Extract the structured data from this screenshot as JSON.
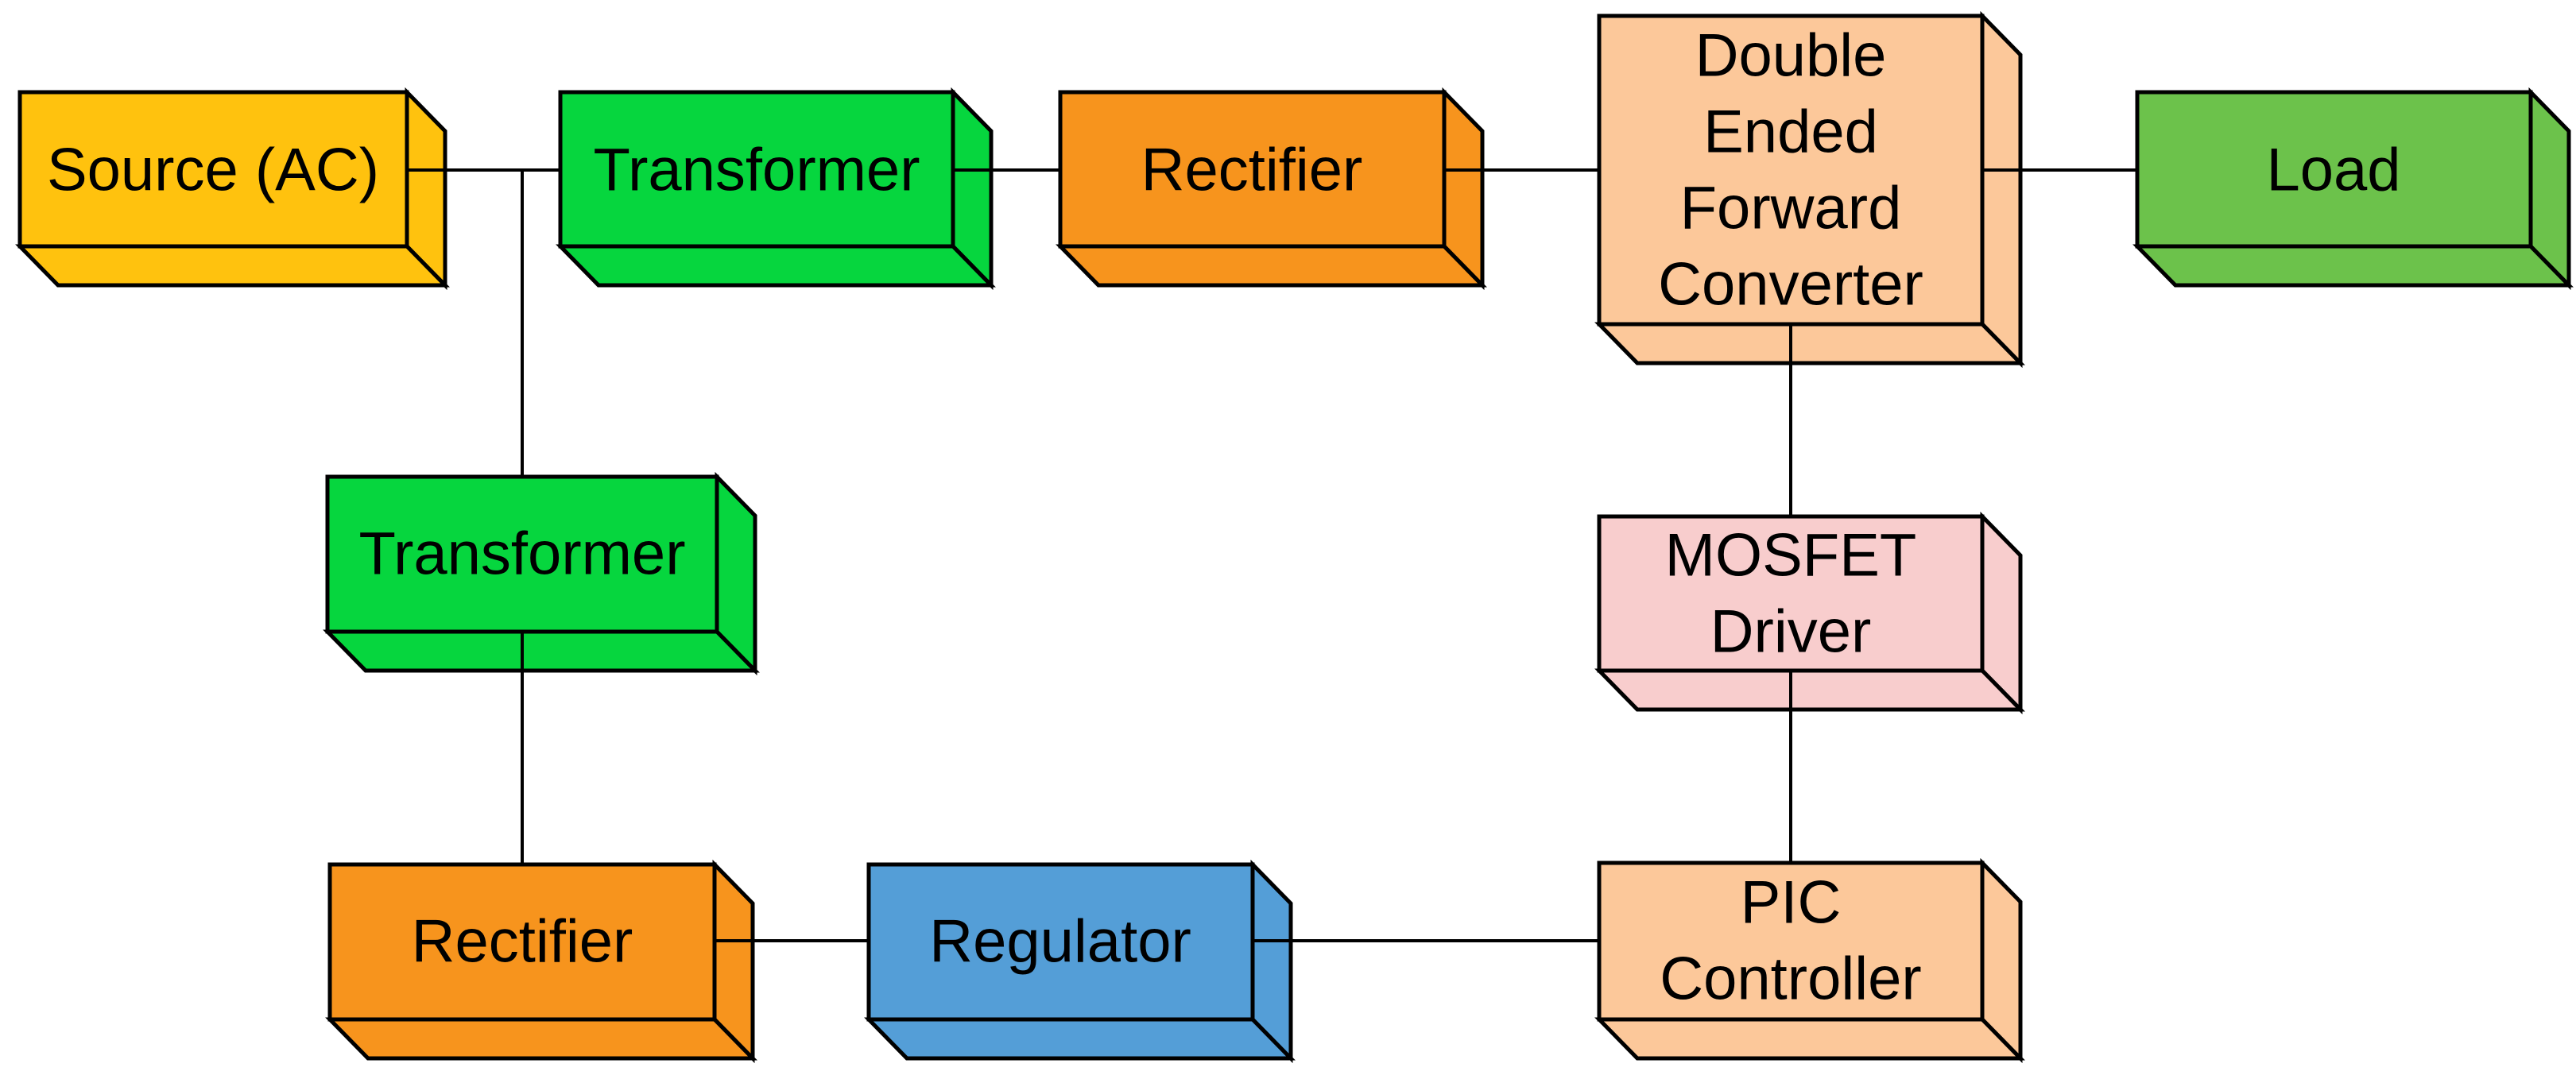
{
  "diagram": {
    "background_color": "#FFFFFF",
    "outline_color": "#000000",
    "text_color": "#000000",
    "blocks": {
      "source": {
        "label": "Source (AC)",
        "color": "#FFC20E"
      },
      "transformer_top": {
        "label": "Transformer",
        "color": "#06D63E"
      },
      "rectifier_top": {
        "label": "Rectifier",
        "color": "#F7941D"
      },
      "converter": {
        "lines": [
          "Double",
          "Ended",
          "Forward",
          "Converter"
        ],
        "color": "#FCC89A"
      },
      "load": {
        "label": "Load",
        "color": "#6CC24B"
      },
      "transformer_mid": {
        "label": "Transformer",
        "color": "#06D63E"
      },
      "rectifier_bottom": {
        "label": "Rectifier",
        "color": "#F7941D"
      },
      "regulator": {
        "label": "Regulator",
        "color": "#549ED7"
      },
      "mosfet_driver": {
        "lines": [
          "MOSFET",
          "Driver"
        ],
        "color": "#F8CDCD"
      },
      "pic_controller": {
        "lines": [
          "PIC",
          "Controller"
        ],
        "color": "#FCC89A"
      }
    },
    "connections": [
      "Source (AC) - Transformer (top)",
      "Source/Transformer line - Transformer (middle)",
      "Transformer (top) - Rectifier (top)",
      "Rectifier (top) - Double Ended Forward Converter",
      "Double Ended Forward Converter - Load",
      "Double Ended Forward Converter - MOSFET Driver",
      "MOSFET Driver - PIC Controller",
      "Transformer (middle) - Rectifier (bottom)",
      "Rectifier (bottom) - Regulator",
      "Regulator - PIC Controller"
    ]
  }
}
